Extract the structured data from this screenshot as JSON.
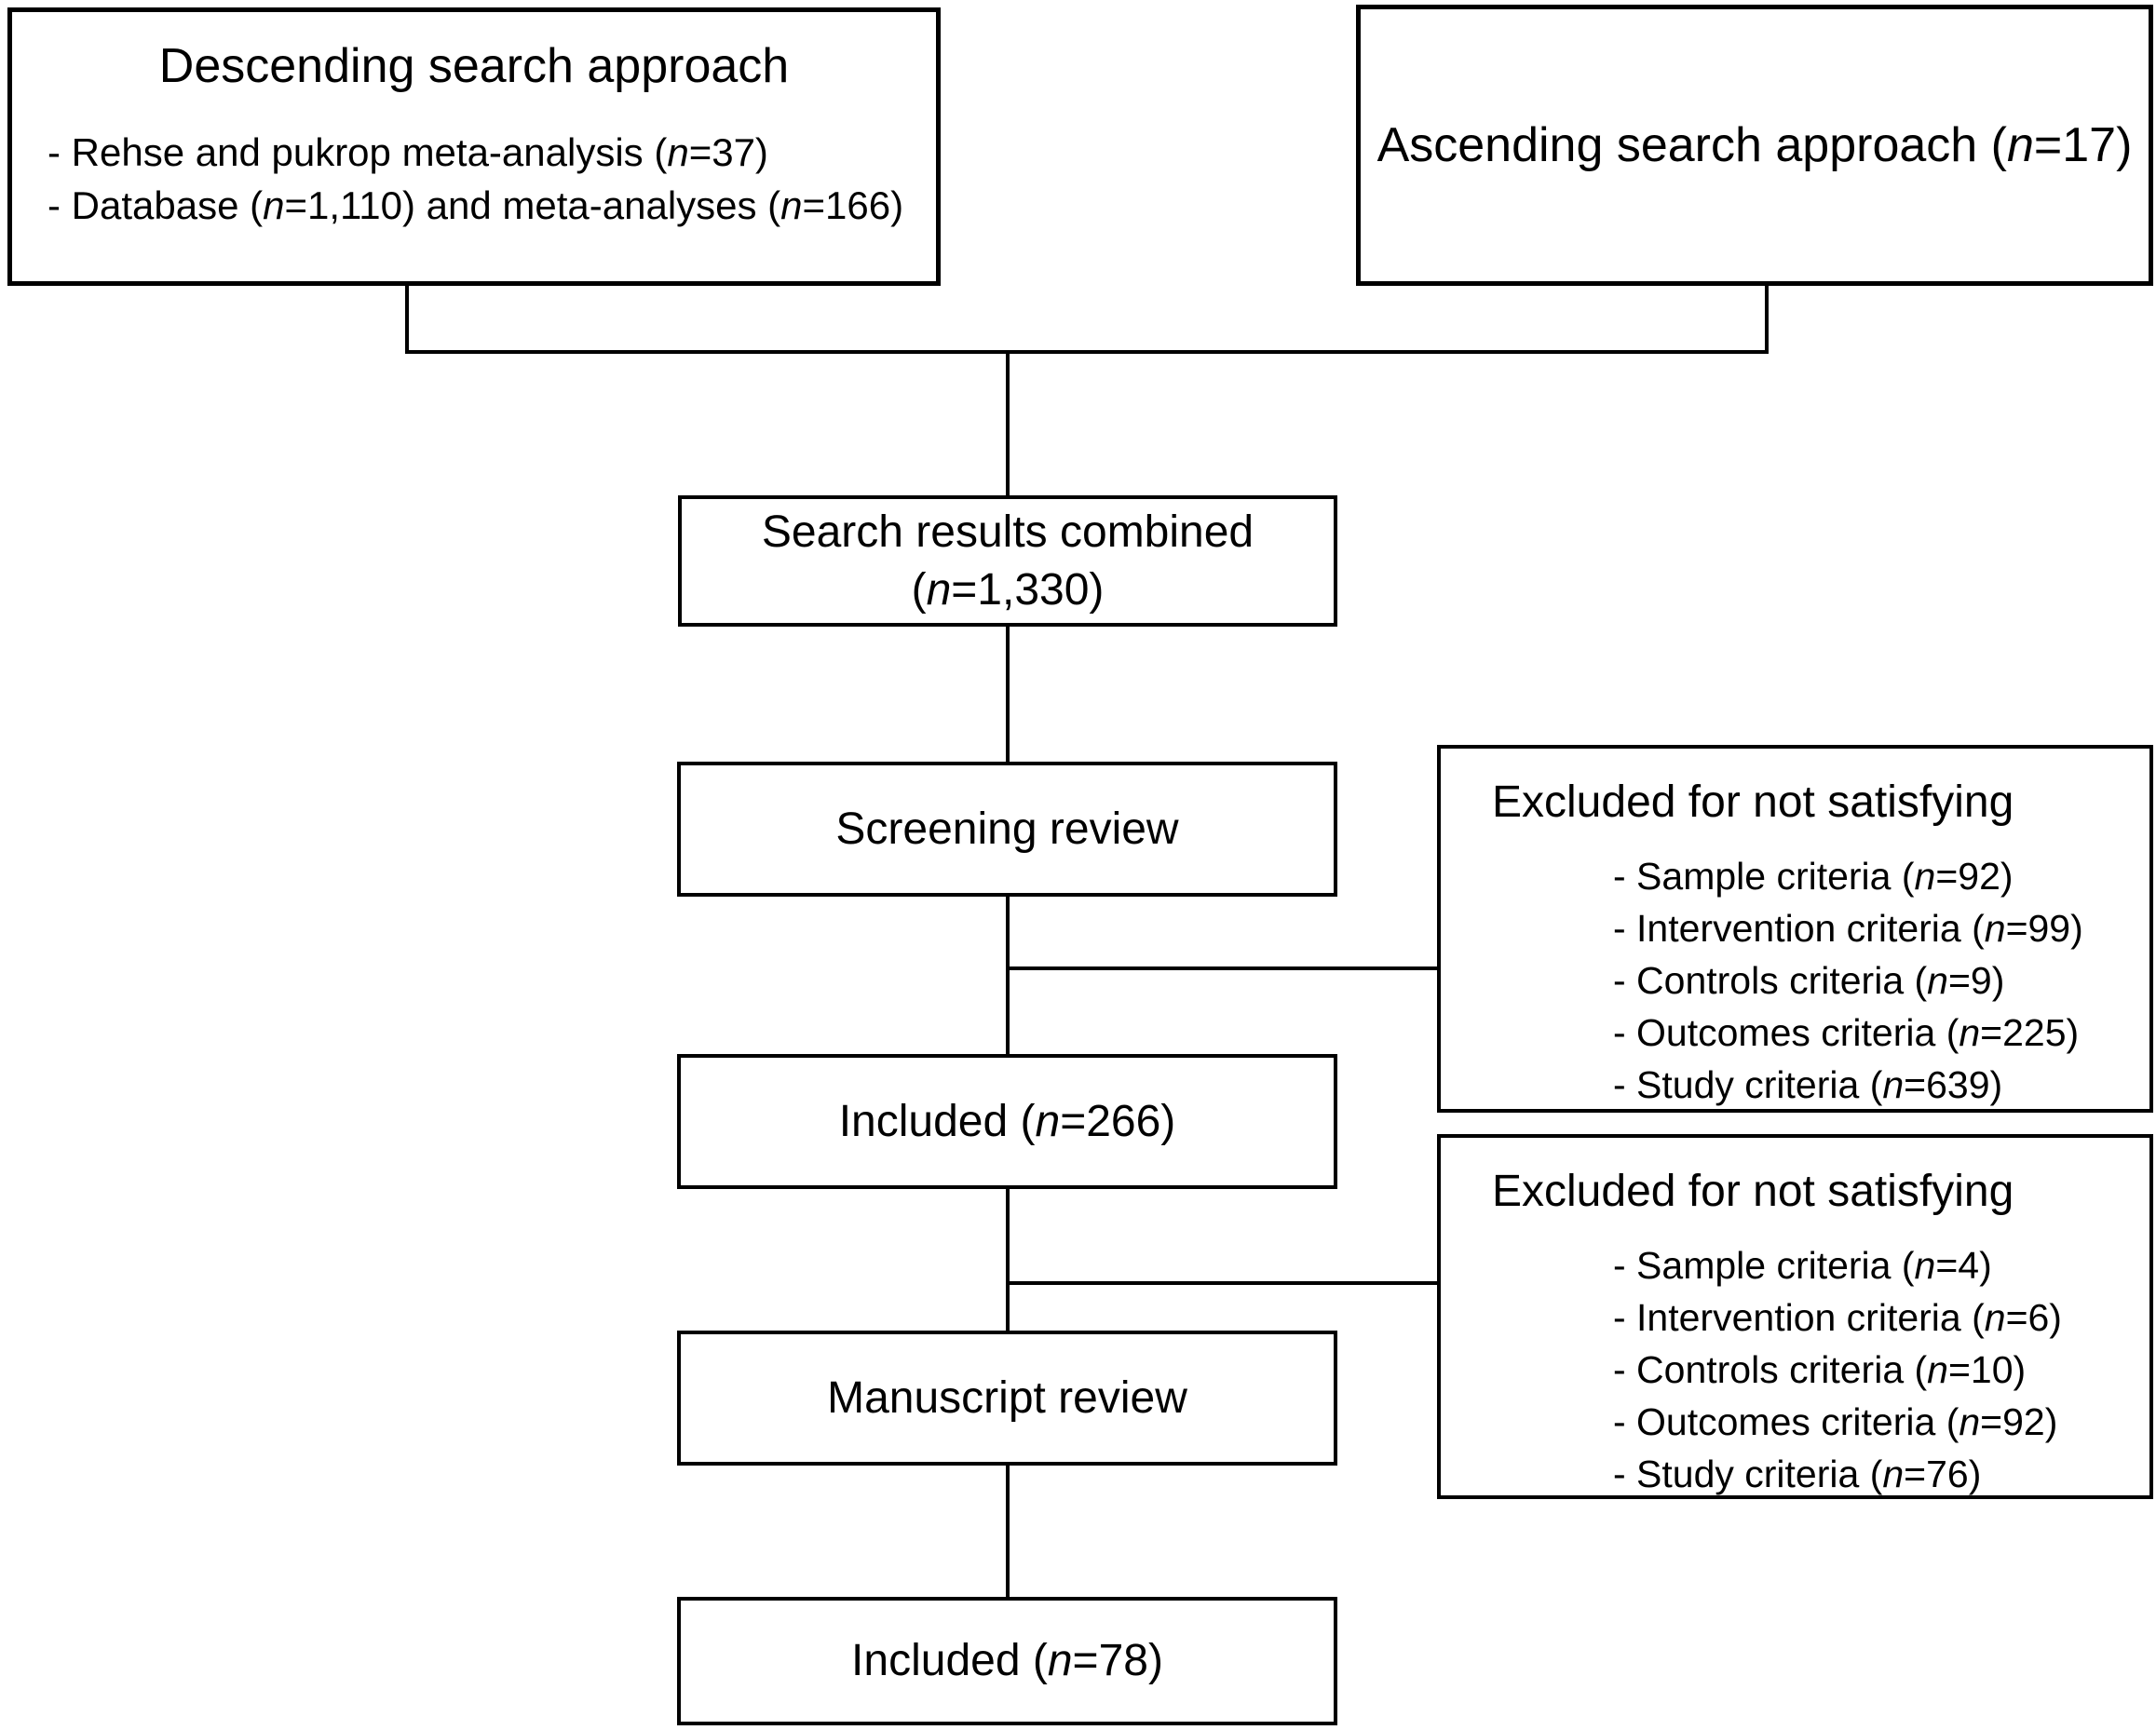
{
  "colors": {
    "background": "#ffffff",
    "line": "#000000",
    "text": "#000000"
  },
  "flowchart": {
    "descending": {
      "title": "Descending search approach",
      "items": [
        "- Rehse and pukrop meta-analysis (n=37)",
        "- Database (n=1,110) and meta-analyses (n=166)"
      ]
    },
    "ascending": {
      "label": "Ascending search approach (n=17)"
    },
    "combined": {
      "line1": "Search results combined",
      "line2": "(n=1,330)"
    },
    "screening": {
      "label": "Screening review"
    },
    "excluded_screening": {
      "title": "Excluded for not satisfying",
      "items": [
        "- Sample criteria (n=92)",
        "- Intervention criteria (n=99)",
        "- Controls criteria (n=9)",
        "- Outcomes criteria (n=225)",
        "- Study criteria (n=639)"
      ]
    },
    "included_after_screening": {
      "label": "Included (n=266)"
    },
    "excluded_manuscript": {
      "title": "Excluded for not satisfying",
      "items": [
        "- Sample criteria (n=4)",
        "- Intervention criteria (n=6)",
        "- Controls criteria (n=10)",
        "- Outcomes criteria (n=92)",
        "- Study criteria (n=76)"
      ]
    },
    "manuscript": {
      "label": "Manuscript review"
    },
    "included_final": {
      "label": "Included (n=78)"
    }
  }
}
